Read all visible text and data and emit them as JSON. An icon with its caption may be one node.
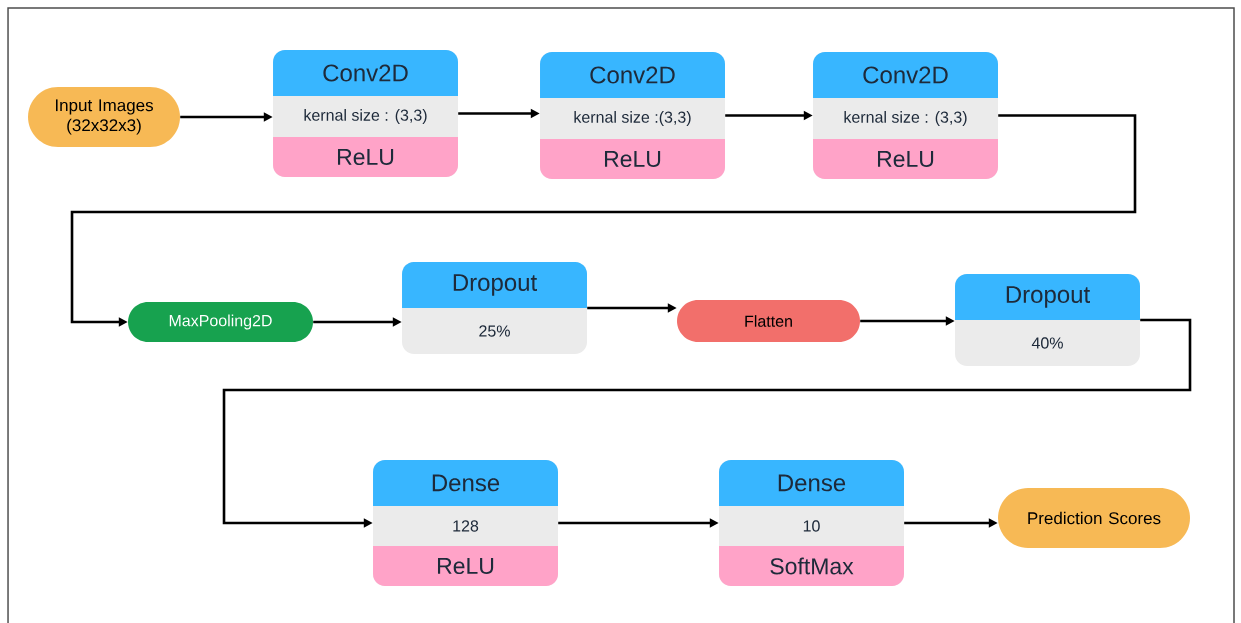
{
  "diagram": {
    "nodes": [
      {
        "text": [
          "Input Images (32x32x3)"
        ]
      },
      {
        "text": [
          "Conv2D",
          "kernal size : (3,3)",
          "ReLU"
        ]
      },
      {
        "text": [
          "Conv2D",
          "kernal size :(3,3)",
          "ReLU"
        ]
      },
      {
        "text": [
          "Conv2D",
          "kernal size : (3,3)",
          "ReLU"
        ]
      },
      {
        "text": [
          "MaxPooling2D"
        ]
      },
      {
        "text": [
          "Dropout",
          "25%"
        ]
      },
      {
        "text": [
          "Flatten"
        ]
      },
      {
        "text": [
          "Dropout",
          "40%"
        ]
      },
      {
        "text": [
          "Dense",
          "128",
          "ReLU"
        ]
      },
      {
        "text": [
          "Dense",
          "10",
          "SoftMax"
        ]
      },
      {
        "text": [
          "Prediction Scores"
        ]
      }
    ],
    "edges": [
      {
        "from": 0,
        "to": 1,
        "arrow": "to"
      },
      {
        "from": 1,
        "to": 2,
        "arrow": "to"
      },
      {
        "from": 2,
        "to": 3,
        "arrow": "to"
      },
      {
        "from": 3,
        "to": 4,
        "arrow": "to"
      },
      {
        "from": 4,
        "to": 5,
        "arrow": "to"
      },
      {
        "from": 5,
        "to": 6,
        "arrow": "to"
      },
      {
        "from": 6,
        "to": 7,
        "arrow": "to"
      },
      {
        "from": 7,
        "to": 8,
        "arrow": "to"
      },
      {
        "from": 8,
        "to": 9,
        "arrow": "to"
      },
      {
        "from": 9,
        "to": 10,
        "arrow": "to"
      }
    ]
  }
}
